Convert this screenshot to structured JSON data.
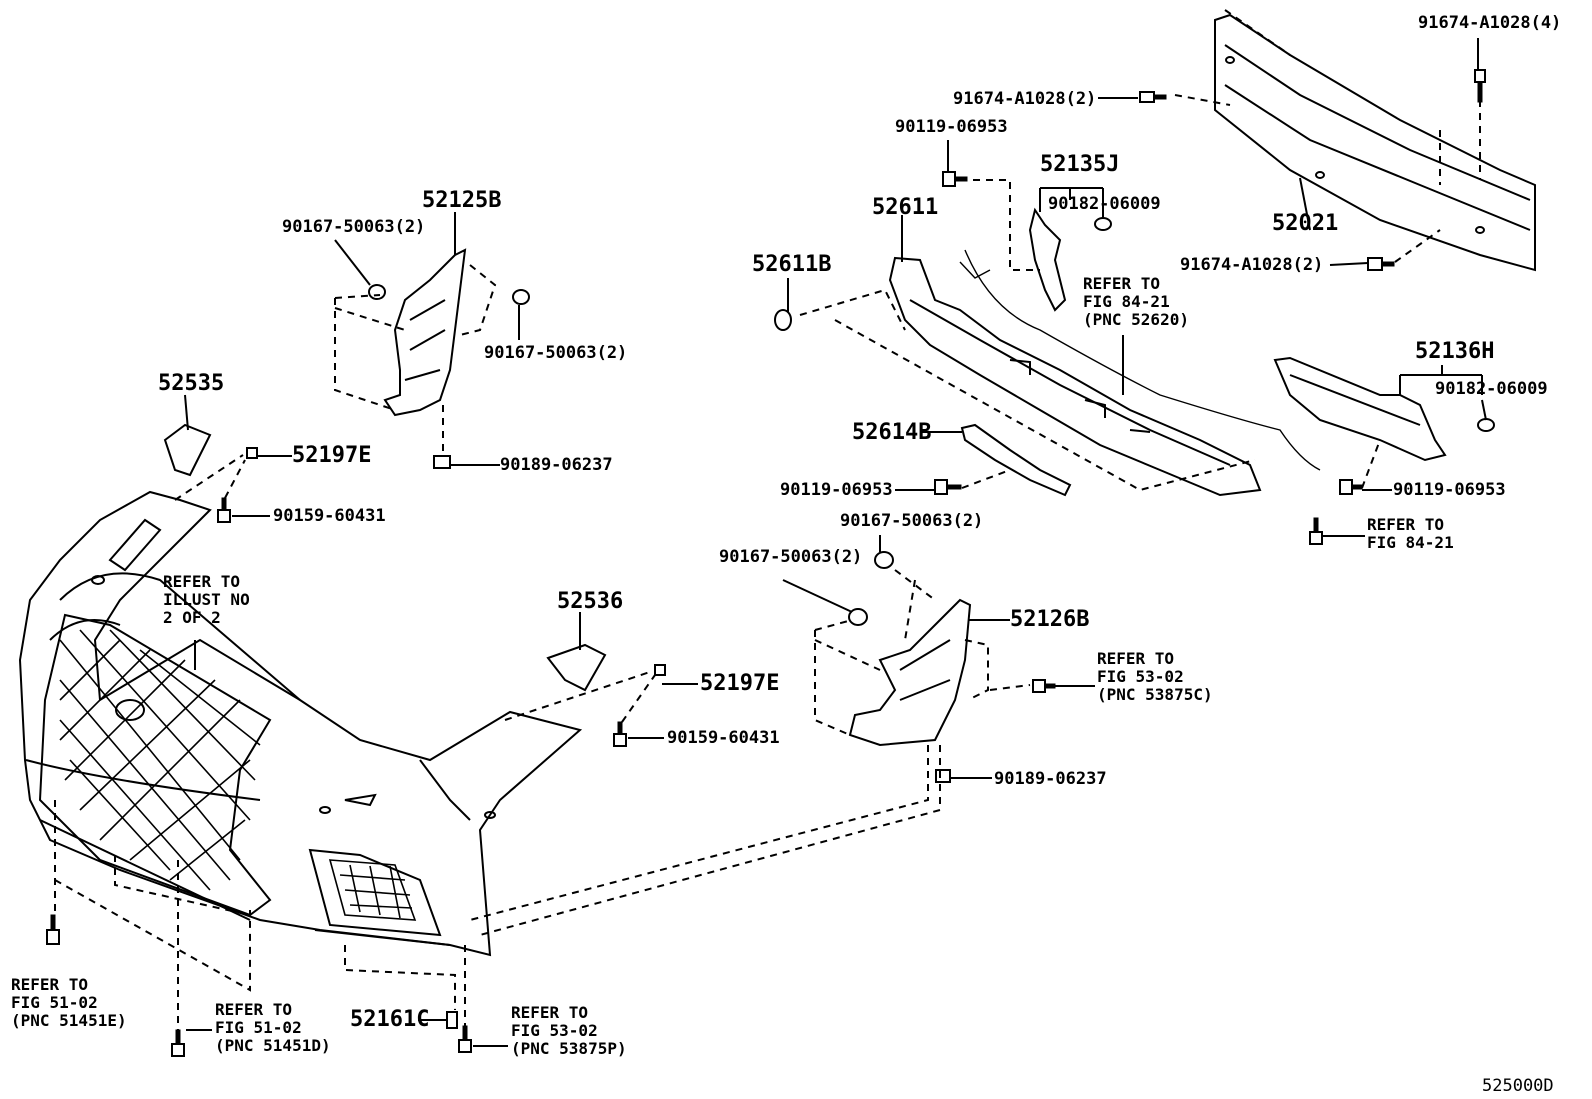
{
  "diagram": {
    "part_labels": {
      "p91674_top": "91674-A1028(4)",
      "p91674_a": "91674-A1028(2)",
      "p91674_b": "91674-A1028(2)",
      "p90119_a": "90119-06953",
      "p90119_b": "90119-06953",
      "p90119_c": "90119-06953",
      "p52135j": "52135J",
      "p90182_a": "90182-06009",
      "p90182_b": "90182-06009",
      "p52611": "52611",
      "p52611b": "52611B",
      "p52021": "52021",
      "p52125b": "52125B",
      "p90167_a": "90167-50063(2)",
      "p90167_b": "90167-50063(2)",
      "p90167_c": "90167-50063(2)",
      "p90167_d": "90167-50063(2)",
      "p52136h": "52136H",
      "p52614b": "52614B",
      "p52535": "52535",
      "p52197e_a": "52197E",
      "p52197e_b": "52197E",
      "p90189_a": "90189-06237",
      "p90189_b": "90189-06237",
      "p90159_a": "90159-60431",
      "p90159_b": "90159-60431",
      "p52536": "52536",
      "p52126b": "52126B",
      "p52161c": "52161C"
    },
    "notes": {
      "n_illust": "REFER TO\nILLUST NO\n2 OF 2",
      "n_8421_pnc": "REFER TO\nFIG 84-21\n(PNC 52620)",
      "n_8421": "REFER TO\nFIG 84-21",
      "n_5302_c": "REFER TO\nFIG 53-02\n(PNC 53875C)",
      "n_5102_e": "REFER TO\nFIG 51-02\n(PNC 51451E)",
      "n_5102_d": "REFER TO\nFIG 51-02\n(PNC 51451D)",
      "n_5302_p": "REFER TO\nFIG 53-02\n(PNC 53875P)"
    },
    "illustration_code": "525000D"
  }
}
